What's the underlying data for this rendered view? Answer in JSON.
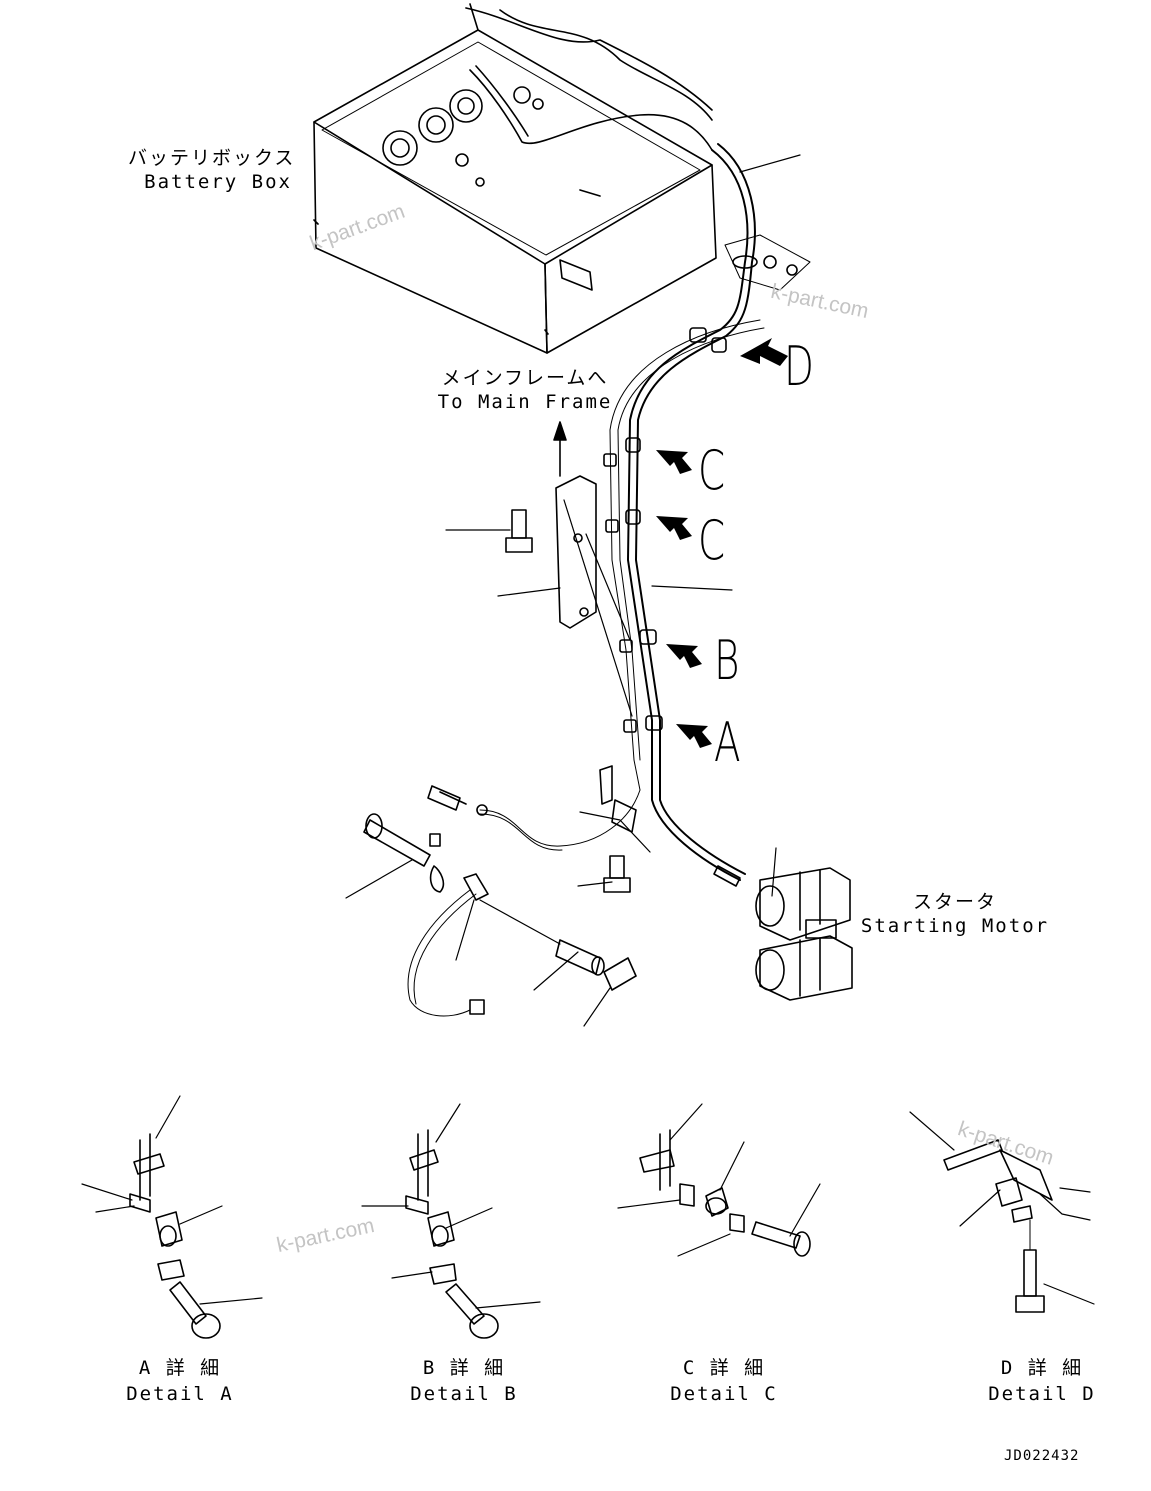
{
  "labels": {
    "battery_box_jp": "バッテリボックス",
    "battery_box_en": "Battery Box",
    "main_frame_jp": "メインフレームへ",
    "main_frame_en": "To Main Frame",
    "starter_jp": "スタータ",
    "starter_en": "Starting Motor"
  },
  "callouts": [
    "D",
    "C",
    "C",
    "B",
    "A"
  ],
  "details": [
    {
      "jp": "A 詳 細",
      "en": "Detail A"
    },
    {
      "jp": "B 詳 細",
      "en": "Detail B"
    },
    {
      "jp": "C 詳 細",
      "en": "Detail C"
    },
    {
      "jp": "D 詳 細",
      "en": "Detail D"
    }
  ],
  "watermark": "k-part.com",
  "drawing_code": "JD022432"
}
